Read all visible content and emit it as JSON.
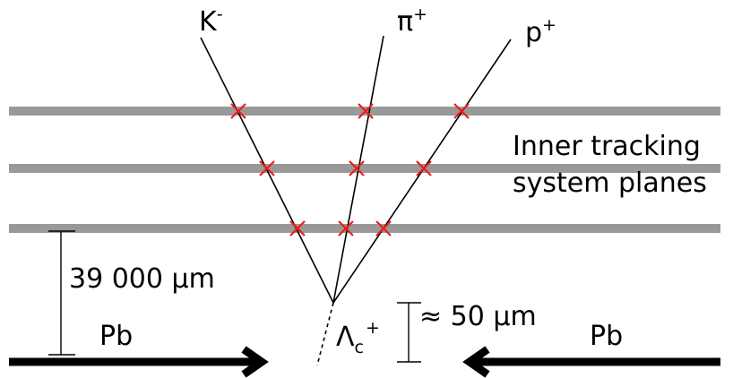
{
  "particles": {
    "kaon": {
      "base": "K",
      "charge": "-"
    },
    "pion": {
      "base": "π",
      "charge": "+"
    },
    "proton": {
      "base": "p",
      "charge": "+"
    }
  },
  "planes_label": {
    "line1": "Inner tracking",
    "line2": "system planes"
  },
  "plane_spacing_label": "39 000 µm",
  "decay_particle": {
    "base": "Λ",
    "sub": "c",
    "charge": "+"
  },
  "decay_length_label": "≈ 50 µm",
  "beams": {
    "left": "Pb",
    "right": "Pb"
  },
  "colors": {
    "planes": "#999999",
    "hits": "#ee1c1c",
    "tracks": "#000000"
  }
}
